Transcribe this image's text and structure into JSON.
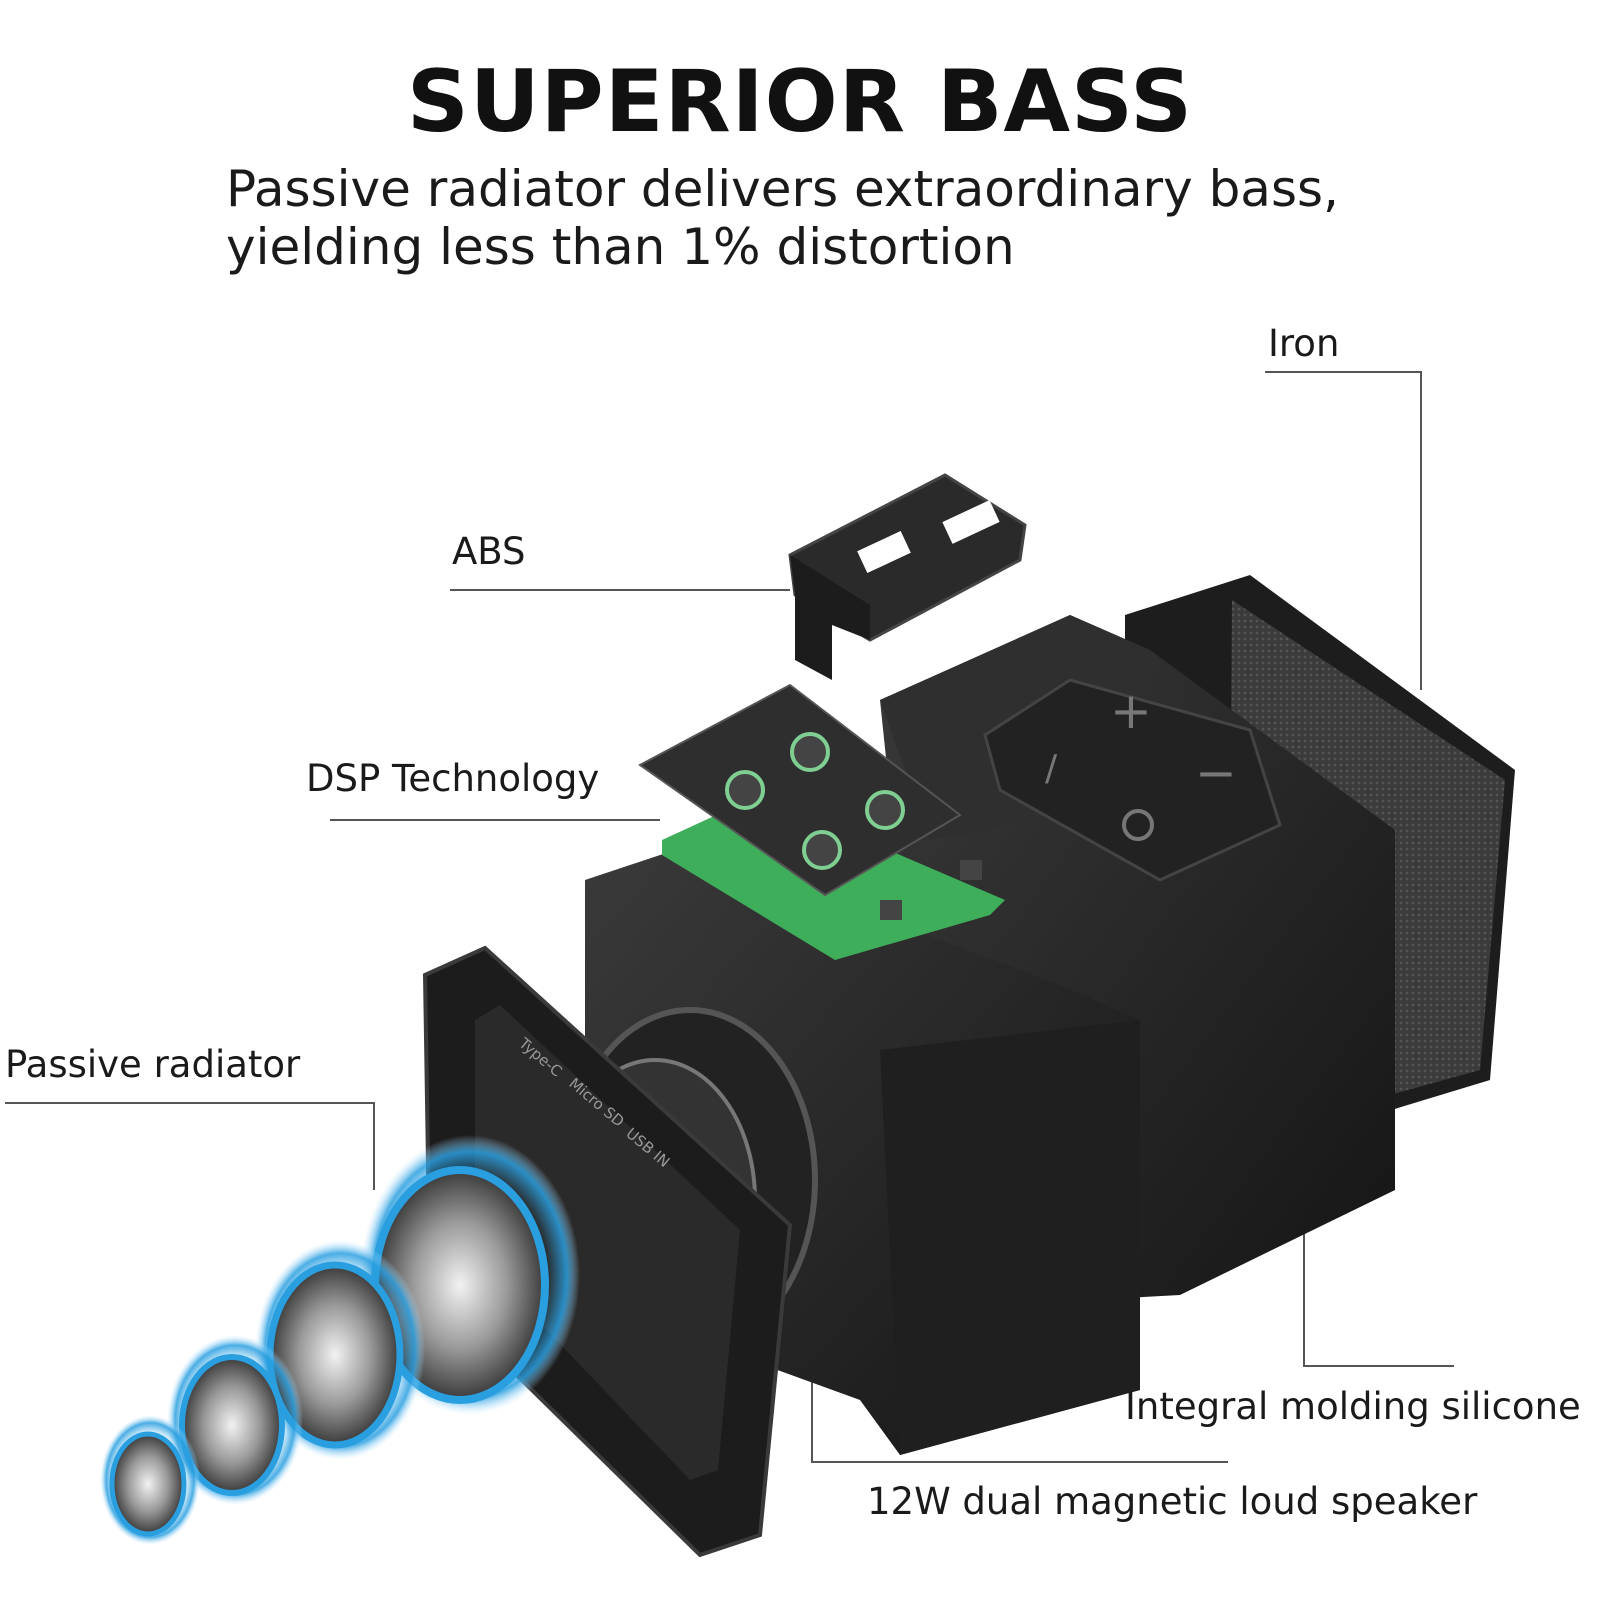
{
  "heading": {
    "title": "SUPERIOR BASS",
    "subtitle_line1": "Passive radiator delivers extraordinary bass,",
    "subtitle_line2": "yielding less than 1% distortion"
  },
  "callouts": {
    "iron": "Iron",
    "abs": "ABS",
    "dsp": "DSP Technology",
    "passive_radiator": "Passive radiator",
    "silicone": "Integral molding silicone",
    "speaker": "12W dual magnetic loud speaker"
  },
  "device": {
    "port_labels": [
      "Type-C",
      "Micro SD",
      "USB IN"
    ],
    "buttons": [
      "+",
      "−",
      "play-pause-icon",
      "power-icon",
      "previous-icon"
    ]
  },
  "colors": {
    "body": "#2b2b2b",
    "pcb": "#3fae5a",
    "wave": "#2a9fe0"
  }
}
